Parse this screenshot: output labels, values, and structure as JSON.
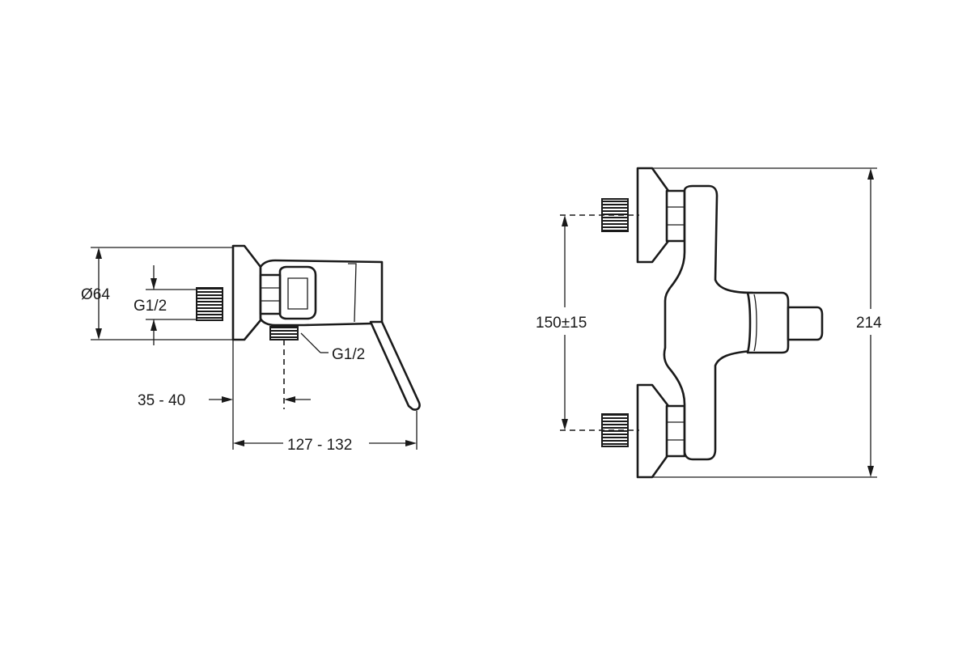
{
  "side_view": {
    "flange_diameter_label": "Ø64",
    "inlet_thread_label": "G1/2",
    "outlet_thread_label": "G1/2",
    "wall_distance_label": "35 - 40",
    "overall_depth_label": "127 - 132"
  },
  "front_view": {
    "inlet_spacing_label": "150±15",
    "overall_width_label": "214"
  }
}
